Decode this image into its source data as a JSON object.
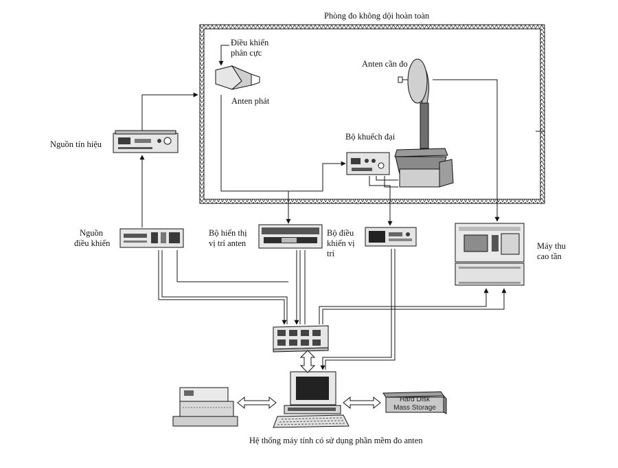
{
  "labels": {
    "chamber": "Phòng đo không dội hoàn toàn",
    "polarization_line1": "Điều khiển",
    "polarization_line2": "phân cực",
    "tx_antenna": "Anten phát",
    "aut": "Anten cần đo",
    "amplifier": "Bộ khuếch đại",
    "signal_source": "Nguồn tín hiệu",
    "control_source_line1": "Nguồn",
    "control_source_line2": "điều khiển",
    "position_display_line1": "Bộ hiển thị",
    "position_display_line2": "vị trí anten",
    "position_controller_line1": "Bộ điều",
    "position_controller_line2": "khiển vị",
    "position_controller_line3": "trí",
    "receiver_line1": "Máy thu",
    "receiver_line2": "cao tần",
    "storage_line1": "Hard Disk",
    "storage_line2": "Mass Storage",
    "system_caption": "Hệ thống máy tính có sử dụng phần mềm đo anten"
  },
  "colors": {
    "line": "#111111",
    "device_fill": "#d9d9d9",
    "device_dark": "#3a3a3a",
    "screen": "#9a9a9a",
    "storage_fill": "#c8c8c8"
  }
}
